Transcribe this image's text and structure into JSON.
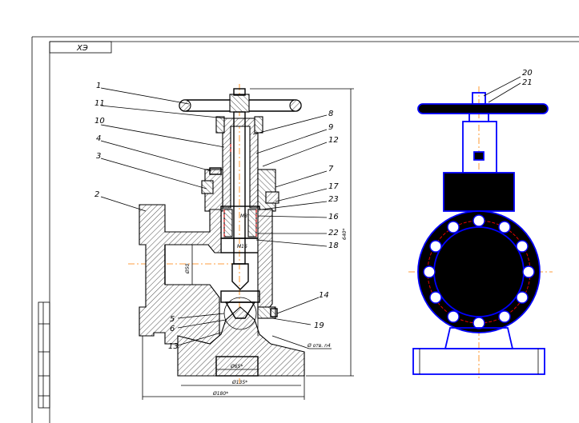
{
  "title_block": {
    "stamp": "ХЭ"
  },
  "part_labels": [
    "1",
    "11",
    "10",
    "4",
    "3",
    "2",
    "8",
    "9",
    "12",
    "7",
    "17",
    "23",
    "16",
    "22",
    "18",
    "14",
    "19",
    "5",
    "6",
    "13",
    "20",
    "21"
  ],
  "dimensions": {
    "height": "640*",
    "bore": "Ø50",
    "d1": "Ø65*",
    "d2": "Ø135*",
    "d3": "Ø180*",
    "note": "Ø отв. n4",
    "small1": "M8",
    "small2": "M16"
  }
}
